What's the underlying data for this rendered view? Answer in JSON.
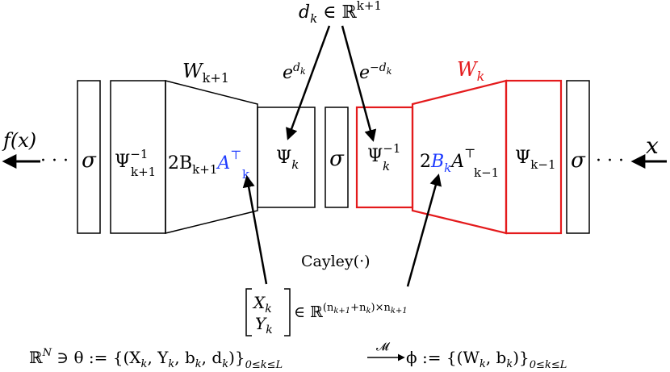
{
  "colors": {
    "ink": "#000000",
    "accent_red": "#e41a1c",
    "accent_blue": "#1f3cff"
  },
  "labels": {
    "input_x": "x",
    "output_f": "f(x)",
    "dots": "· · ·",
    "sigma": "σ",
    "W_next": {
      "base": "W",
      "sub": "k+1"
    },
    "W_k": {
      "base": "W",
      "sub": "k"
    },
    "psi_inv_next": {
      "base": "Ψ",
      "sup": "−1",
      "sub": "k+1"
    },
    "psi_k": {
      "base": "Ψ",
      "sub": "k"
    },
    "psi_inv_k": {
      "base": "Ψ",
      "sup": "−1",
      "sub": "k"
    },
    "psi_prev": {
      "base": "Ψ",
      "sub": "k−1"
    },
    "center_left": {
      "coef": "2B",
      "sub1": "k+1",
      "A": "A",
      "sup": "⊤",
      "sub2": "k"
    },
    "center_right": {
      "coef": "2",
      "B": "B",
      "sub1": "k",
      "A": "A",
      "sup": "⊤",
      "sub2": "k−1"
    },
    "d_k": {
      "base": "d",
      "sub": "k",
      "rest": " ∈ ℝ",
      "sup": "k+1"
    },
    "exp_pos": {
      "base": "e",
      "sup": "d",
      "supsub": "k"
    },
    "exp_neg": {
      "base": "e",
      "sup": "−d",
      "supsub": "k"
    },
    "cayley": "Cayley(·)",
    "matrix": {
      "top": "X",
      "top_sub": "k",
      "bot": "Y",
      "bot_sub": "k",
      "in": "∈ ℝ",
      "sup": "(n",
      "sup_s1": "k+1",
      "sup_mid": "+n",
      "sup_s2": "k",
      "sup_end": ")×n",
      "sup_s3": "k+1"
    },
    "bottom_eq": {
      "p1": "ℝ",
      "p1_sup": "N",
      "p2": " ∋ θ := {(X",
      "s1": "k",
      "p3": ", Y",
      "s2": "k",
      "p4": ", b",
      "s3": "k",
      "p5": ", d",
      "s4": "k",
      "p6": ")}",
      "range1": "0≤k≤L",
      "map": "𝓜",
      "p7": " ϕ := {(W",
      "s5": "k",
      "p8": ", b",
      "s6": "k",
      "p9": ")}",
      "range2": "0≤k≤L"
    }
  }
}
